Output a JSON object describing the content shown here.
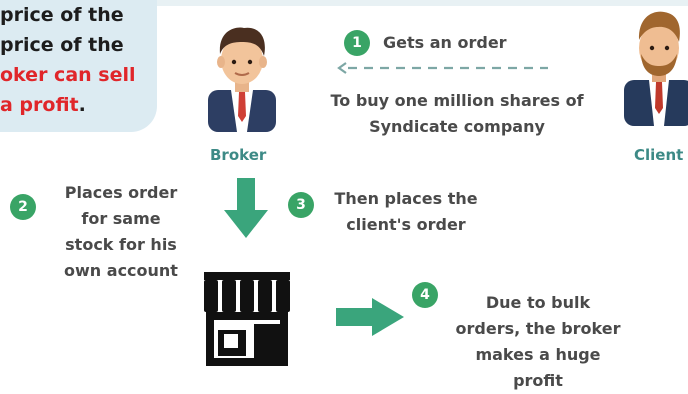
{
  "callout": {
    "lines": [
      "price of the",
      "price of the",
      "oker can sell",
      "a profit"
    ],
    "last_period": "."
  },
  "actors": {
    "broker": {
      "label": "Broker"
    },
    "client": {
      "label": "Client"
    }
  },
  "steps": [
    {
      "num": "1",
      "lines": [
        "Gets an order"
      ]
    },
    {
      "num": "2",
      "lines": [
        "Places order",
        "for same",
        "stock for his",
        "own account"
      ]
    },
    {
      "num": "3",
      "lines": [
        "Then places the",
        "client's order"
      ]
    },
    {
      "num": "4",
      "lines": [
        "Due to bulk",
        "orders, the broker",
        "makes a huge",
        "profit"
      ]
    }
  ],
  "order_detail": {
    "lines": [
      "To buy one million shares of",
      "Syndicate company"
    ]
  },
  "colors": {
    "green": "#39a466",
    "teal": "#3d8a86",
    "accent_red": "#e0262a",
    "callout_bg": "#dcebf2"
  }
}
